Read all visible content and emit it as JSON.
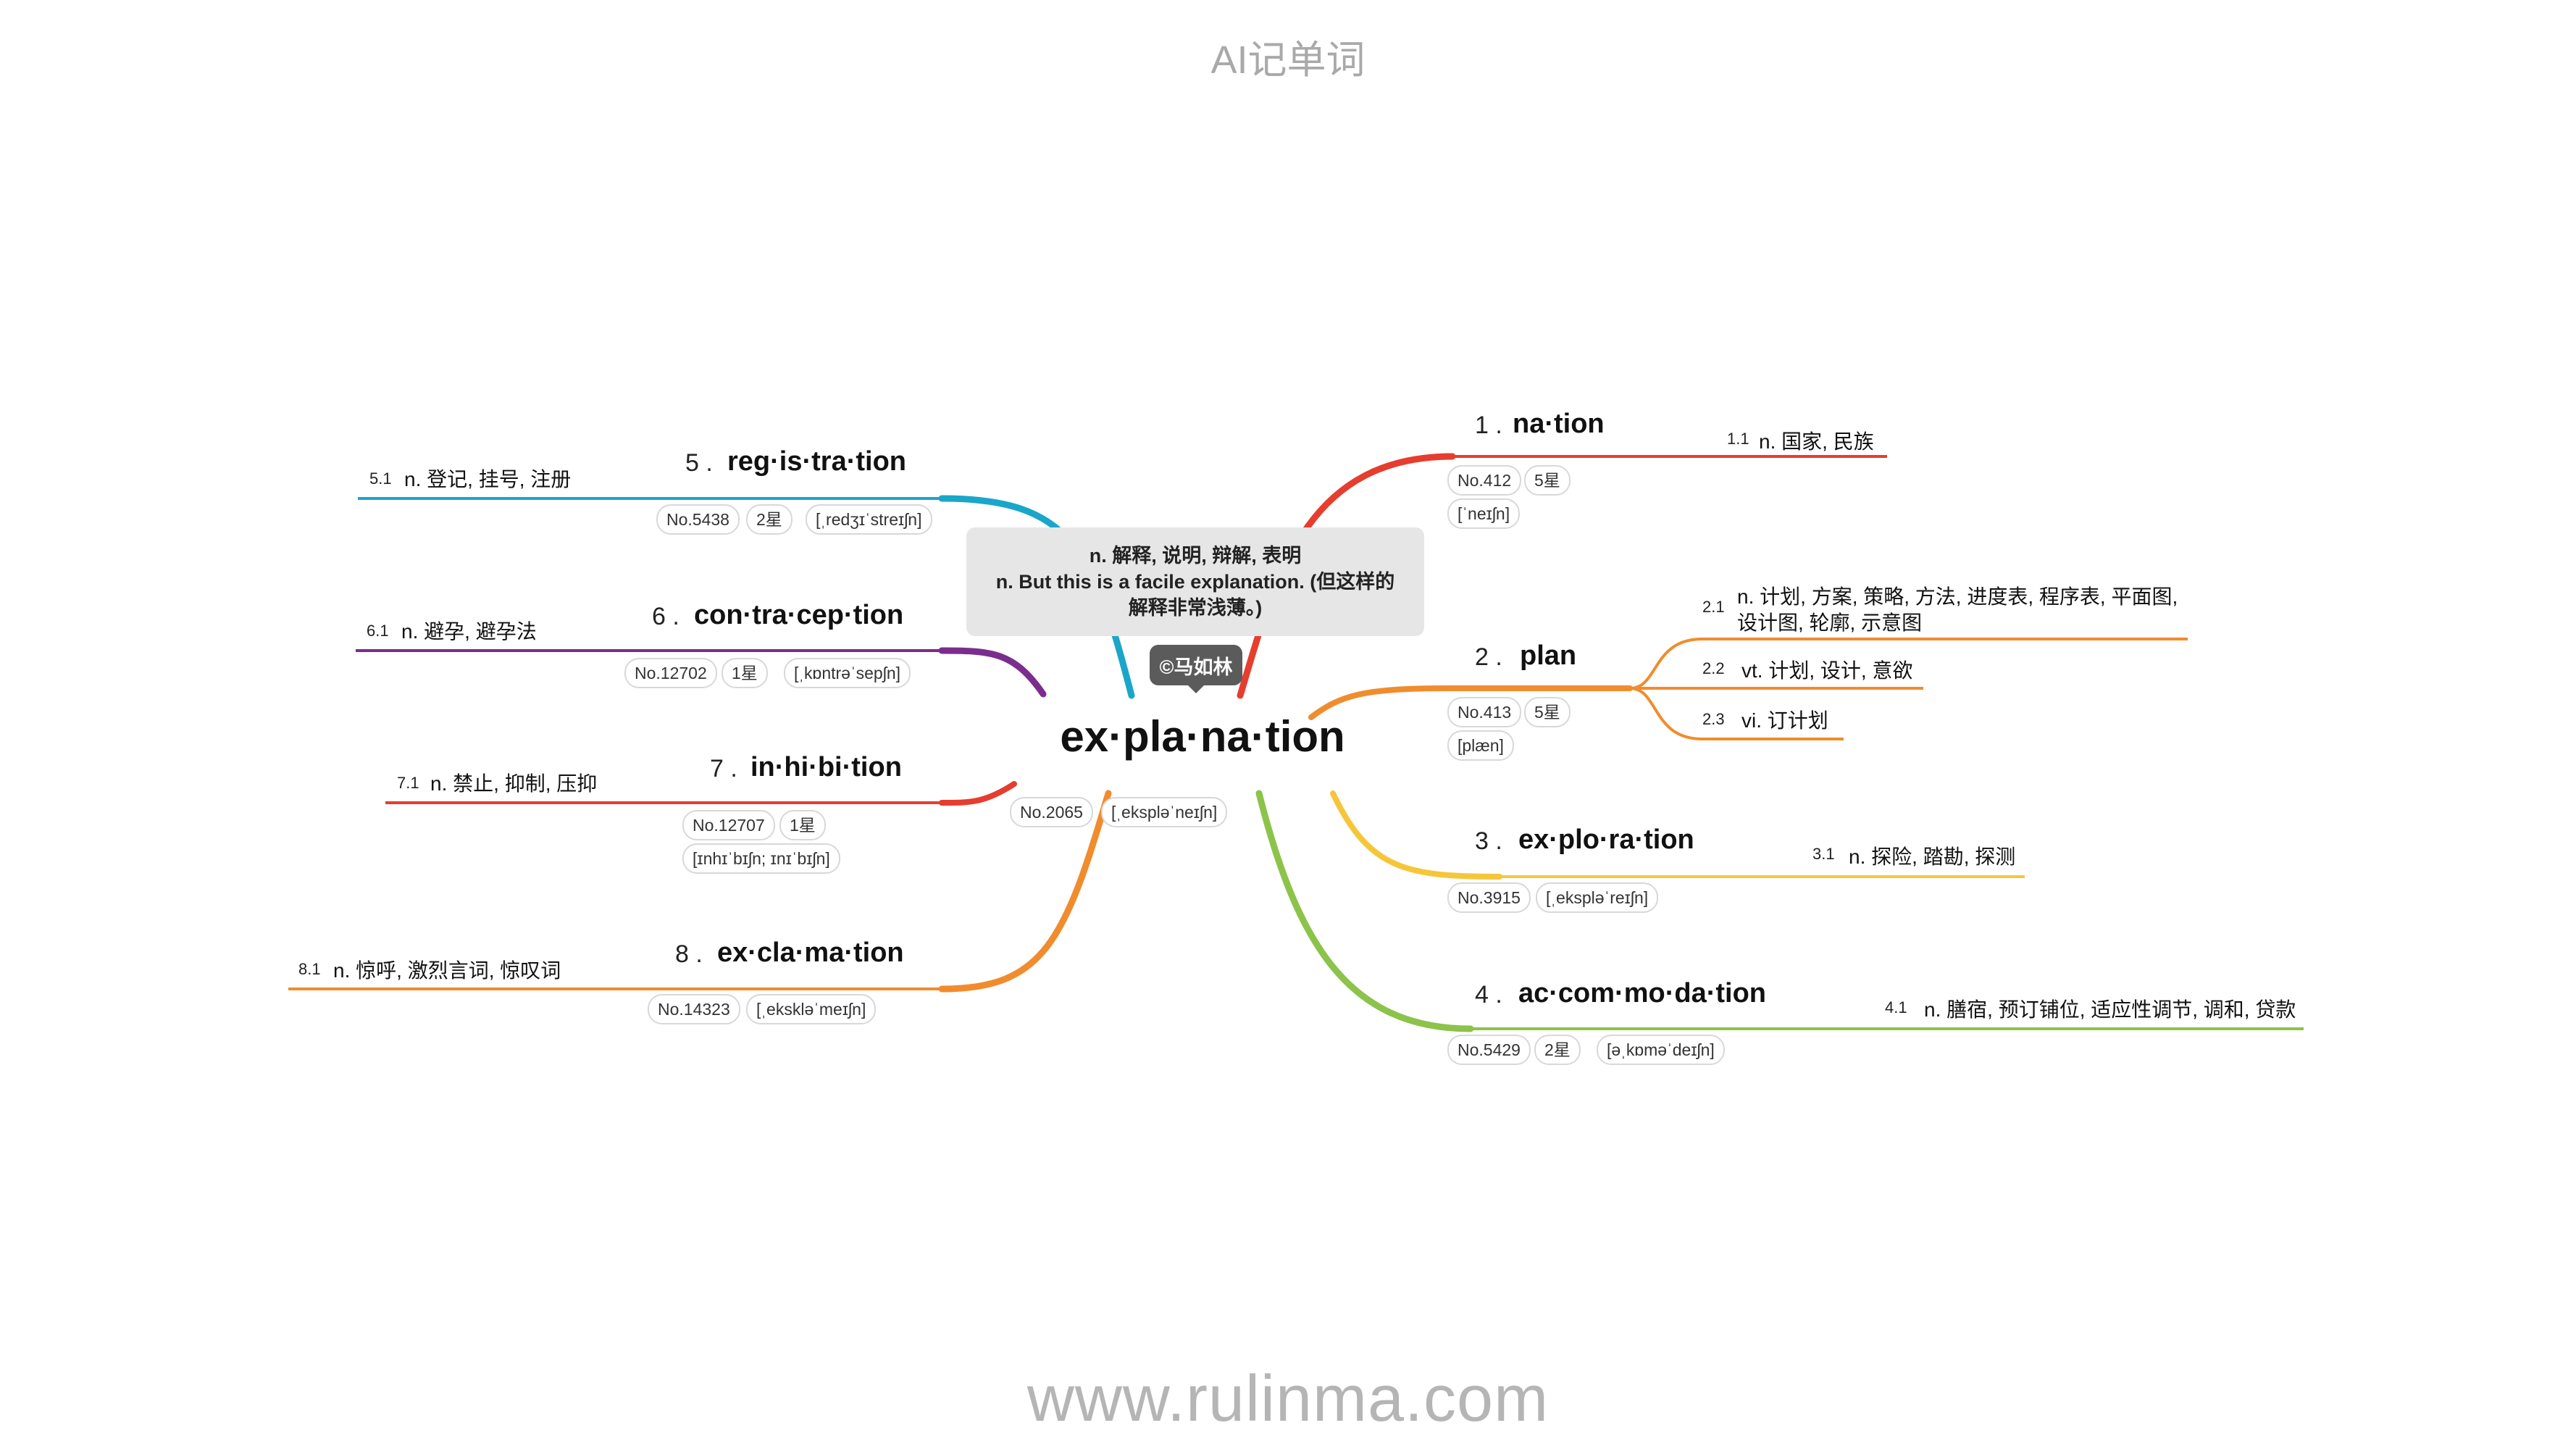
{
  "header": {
    "title": "AI记单词"
  },
  "footer": {
    "url": "www.rulinma.com"
  },
  "center": {
    "word": "ex·pla·na·tion",
    "number": "No.2065",
    "phonetic": "[ˌekspləˈneɪʃn]",
    "note_line1": "n. 解释, 说明, 辩解, 表明",
    "note_line2": "n. But this is a facile explanation. (但这样的",
    "note_line3": "解释非常浅薄。)",
    "copyright": "©马如林"
  },
  "branches": [
    {
      "num": "1 .",
      "word": "na·tion",
      "color": "#e53e2e",
      "number": "No.412",
      "stars": "5星",
      "phonetic": "[ˈneɪʃn]",
      "leaves": [
        {
          "num": "1.1",
          "def": "n. 国家, 民族"
        }
      ]
    },
    {
      "num": "2 .",
      "word": "plan",
      "color": "#f08c2e",
      "number": "No.413",
      "stars": "5星",
      "phonetic": "[plæn]",
      "leaves": [
        {
          "num": "2.1",
          "def_line1": "n. 计划, 方案, 策略, 方法, 进度表, 程序表, 平面图,",
          "def_line2": "设计图, 轮廓, 示意图"
        },
        {
          "num": "2.2",
          "def": "vt. 计划, 设计, 意欲"
        },
        {
          "num": "2.3",
          "def": "vi. 订计划"
        }
      ]
    },
    {
      "num": "3 .",
      "word": "ex·plo·ra·tion",
      "color": "#f6c63a",
      "number": "No.3915",
      "phonetic": "[ˌekspləˈreɪʃn]",
      "leaves": [
        {
          "num": "3.1",
          "def": "n. 探险, 踏勘, 探测"
        }
      ]
    },
    {
      "num": "4 .",
      "word": "ac·com·mo·da·tion",
      "color": "#8cc34a",
      "number": "No.5429",
      "stars": "2星",
      "phonetic": "[əˌkɒməˈdeɪʃn]",
      "leaves": [
        {
          "num": "4.1",
          "def": "n. 膳宿, 预订铺位, 适应性调节, 调和, 贷款"
        }
      ]
    },
    {
      "num": "5 .",
      "word": "reg·is·tra·tion",
      "color": "#1aa6c9",
      "number": "No.5438",
      "stars": "2星",
      "phonetic": "[ˌredʒɪˈstreɪʃn]",
      "leaves": [
        {
          "num": "5.1",
          "def": "n. 登记, 挂号, 注册"
        }
      ]
    },
    {
      "num": "6 .",
      "word": "con·tra·cep·tion",
      "color": "#7b2d8e",
      "number": "No.12702",
      "stars": "1星",
      "phonetic": "[ˌkɒntrəˈsepʃn]",
      "leaves": [
        {
          "num": "6.1",
          "def": "n. 避孕, 避孕法"
        }
      ]
    },
    {
      "num": "7 .",
      "word": "in·hi·bi·tion",
      "color": "#e53e2e",
      "number": "No.12707",
      "stars": "1星",
      "phonetic": "[ɪnhɪˈbɪʃn; ɪnɪˈbɪʃn]",
      "leaves": [
        {
          "num": "7.1",
          "def": "n. 禁止, 抑制, 压抑"
        }
      ]
    },
    {
      "num": "8 .",
      "word": "ex·cla·ma·tion",
      "color": "#f08c2e",
      "number": "No.14323",
      "phonetic": "[ˌekskləˈmeɪʃn]",
      "leaves": [
        {
          "num": "8.1",
          "def": "n. 惊呼, 激烈言词, 惊叹词"
        }
      ]
    }
  ]
}
